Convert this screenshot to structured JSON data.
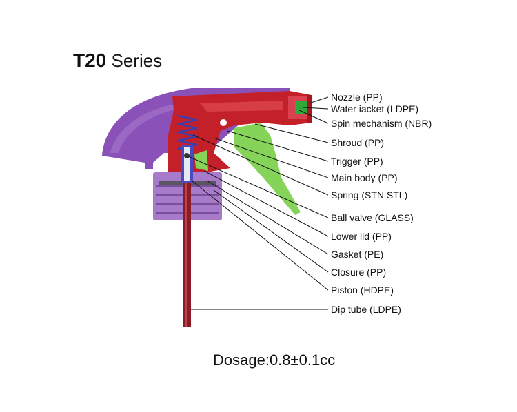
{
  "title": {
    "model": "T20",
    "series": "Series"
  },
  "parts": [
    "Nozzle (PP)",
    "Water iacket (LDPE)",
    "Spin mechanism (NBR)",
    "Shroud (PP)",
    "Trigger (PP)",
    "Main body (PP)",
    "Spring (STN STL)",
    "Ball valve (GLASS)",
    "Lower lid (PP)",
    "Gasket (PE)",
    "Closure (PP)",
    "Piston (HDPE)",
    "Dip tube (LDPE)"
  ],
  "dosage": "Dosage:0.8±0.1cc",
  "colors": {
    "shroud": "#8a52b8",
    "main_body": "#c4202a",
    "trigger": "#86d35a",
    "closure": "#a77bc9",
    "dip_tube": "#8a1a26",
    "spin_mechanism": "#2fa83c"
  }
}
